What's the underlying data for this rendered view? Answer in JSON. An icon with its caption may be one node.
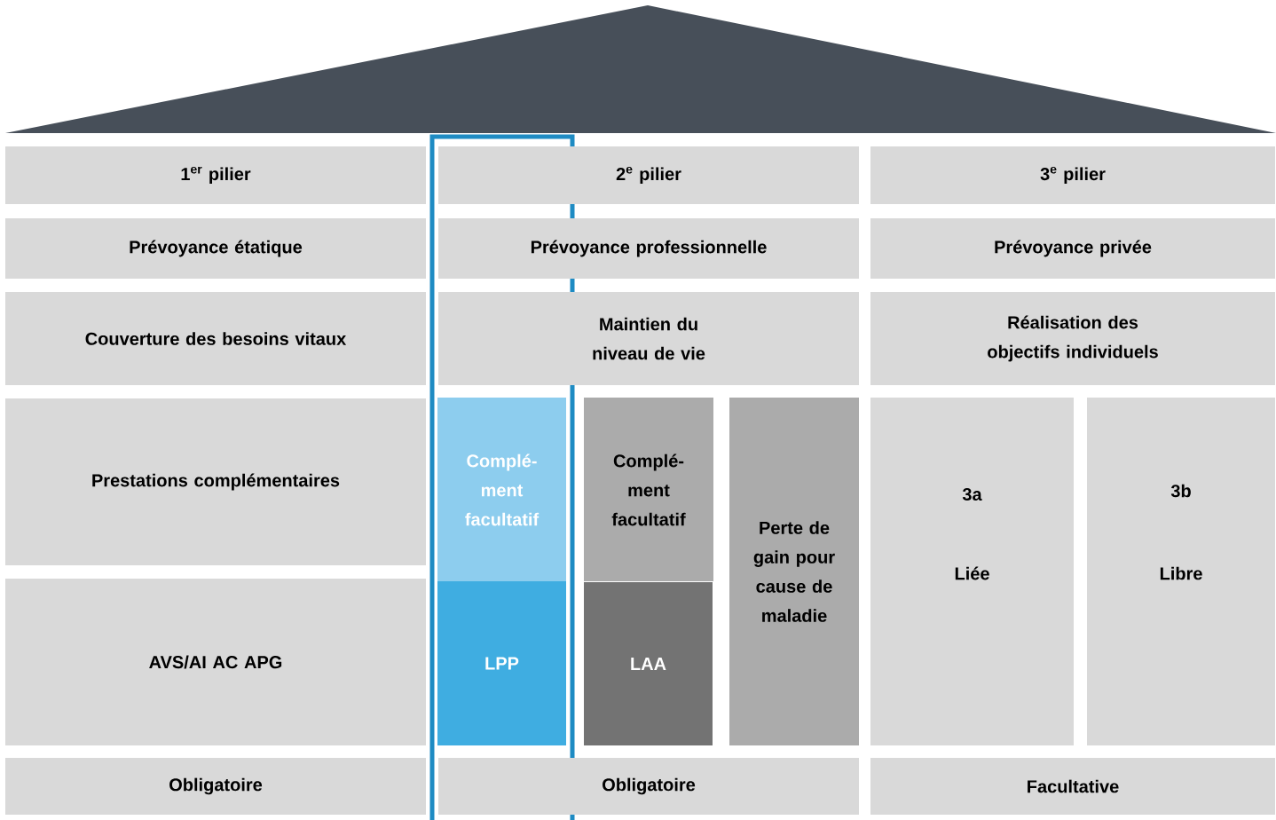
{
  "diagram": {
    "nodes": [
      {
        "text": [
          "1$^{er}$ pilier"
        ]
      },
      {
        "text": [
          "2$^{e}$ pilier"
        ]
      },
      {
        "text": [
          "3$^{e}$ pilier"
        ]
      },
      {
        "text": [
          "Prévoyance étatique"
        ]
      },
      {
        "text": [
          "Prévoyance professionnelle"
        ]
      },
      {
        "text": [
          "Prévoyance privée"
        ]
      },
      {
        "text": [
          "Couverture des besoins vitaux"
        ]
      },
      {
        "text": [
          "Maintien du niveau de vie"
        ]
      },
      {
        "text": [
          "Réalisation des objectifs individuels"
        ]
      },
      {
        "text": [
          "Prestations complémentaires"
        ]
      },
      {
        "text": [
          "Complé- ment facultatif"
        ]
      },
      {
        "text": [
          "Complé- ment facultatif"
        ]
      },
      {
        "text": [
          "Perte de gain pour cause de maladie"
        ]
      },
      {
        "text": [
          "3a",
          "Liée"
        ]
      },
      {
        "text": [
          "3b",
          "Libre"
        ]
      },
      {
        "text": [
          "AVS/AI AC APG"
        ]
      },
      {
        "text": [
          "LPP"
        ]
      },
      {
        "text": [
          "LAA"
        ]
      },
      {
        "text": [
          "Obligatoire"
        ]
      },
      {
        "text": [
          "Obligatoire"
        ]
      },
      {
        "text": [
          "Facultative"
        ]
      }
    ]
  }
}
